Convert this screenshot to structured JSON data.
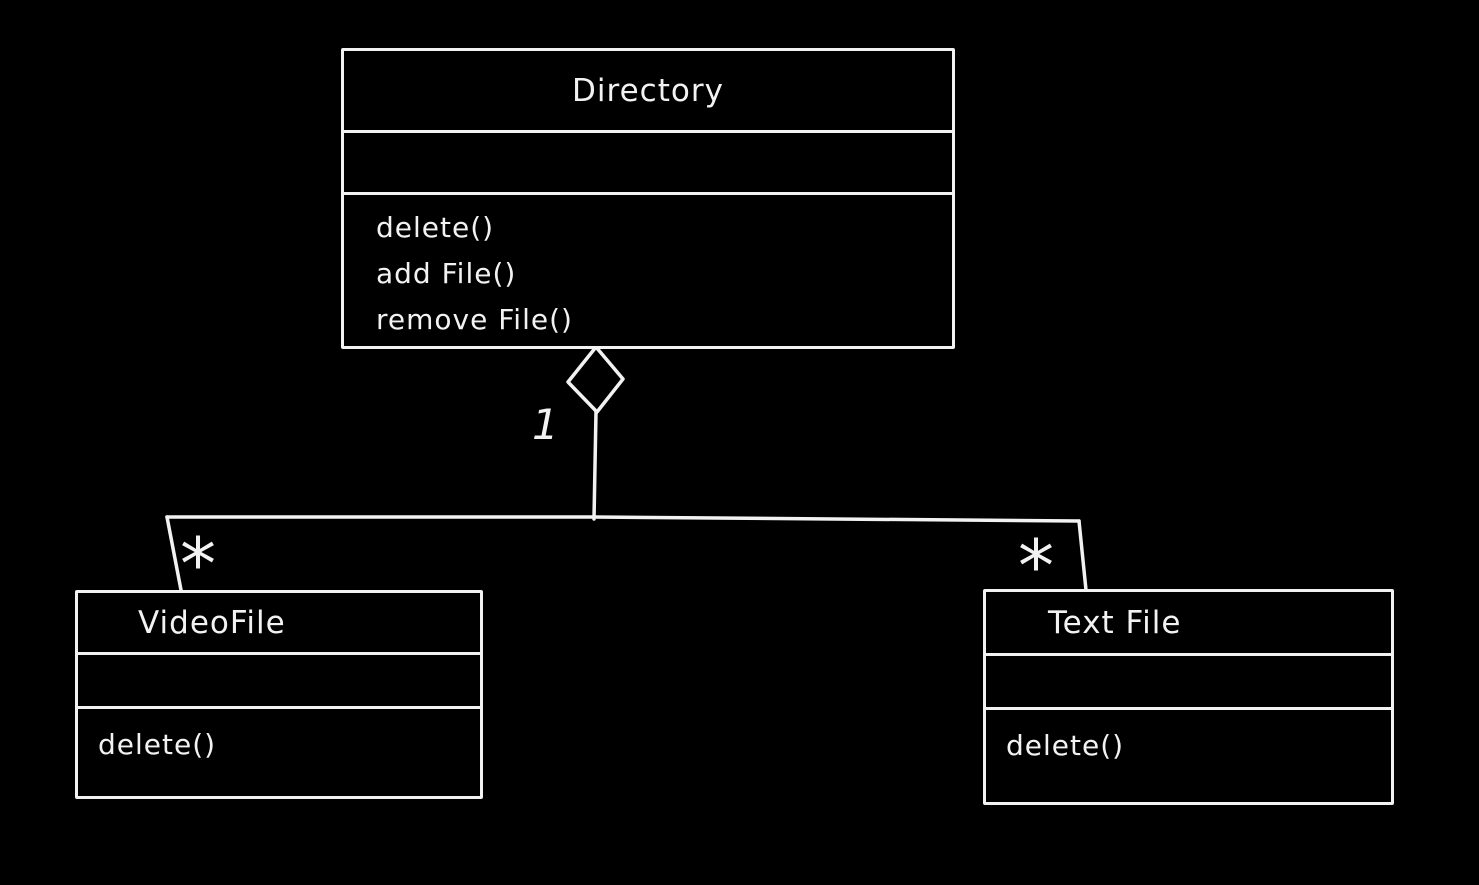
{
  "canvas": {
    "background": "#000000",
    "stroke_color": "#f2f2f2",
    "style": "hand-drawn UML class diagram, white on black"
  },
  "classes": [
    {
      "name": "Directory",
      "attributes": [],
      "methods": [
        "delete()",
        "add File()",
        "remove File()"
      ]
    },
    {
      "name": "VideoFile",
      "attributes": [],
      "methods": [
        "delete()"
      ]
    },
    {
      "name": "Text File",
      "attributes": [],
      "methods": [
        "delete()"
      ]
    }
  ],
  "relationships": {
    "aggregation": {
      "type": "aggregation",
      "diamond": "hollow-diamond",
      "parent": "Directory",
      "children": [
        "VideoFile",
        "Text File"
      ],
      "parent_multiplicity": "1",
      "left_child_multiplicity": "*",
      "right_child_multiplicity": "*"
    }
  }
}
